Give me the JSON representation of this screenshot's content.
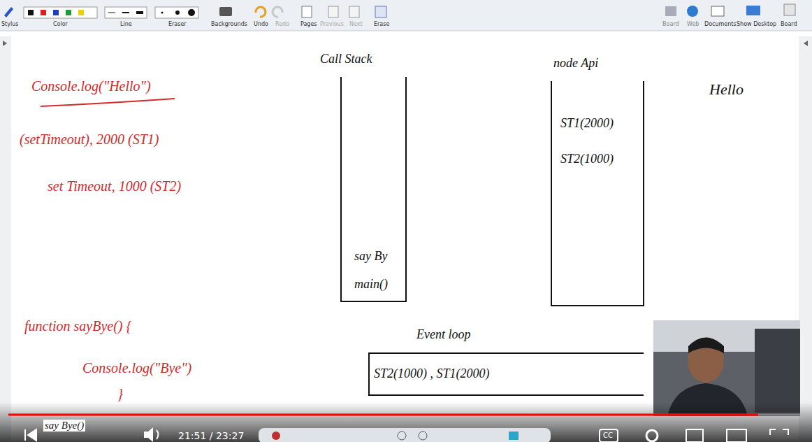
{
  "diagram": {
    "nodes": [
      {
        "text": [
          "Call Stack",
          "say By",
          "main()"
        ]
      },
      {
        "text": [
          "node Api",
          "ST1(2000)",
          "ST2(1000)"
        ]
      },
      {
        "text": [
          "Event loop",
          "ST2(1000) , ST1(2000)"
        ]
      }
    ],
    "labels": [
      "Stylus",
      "Color",
      "Line",
      "Eraser",
      "Backgrounds",
      "Undo",
      "Redo",
      "Pages",
      "Previous",
      "Next",
      "Erase",
      "Board",
      "Web",
      "Documents",
      "Show Desktop",
      "Board",
      "Console.log(\"Hello\")",
      "(setTimeout), 2000 (ST1)",
      "set Timeout, 1000 (ST2)",
      "function sayBye() {",
      "Console.log(\"Bye\")",
      "}",
      "say Bye()",
      "Hello",
      "21:51 / 23:27",
      "CC"
    ]
  }
}
